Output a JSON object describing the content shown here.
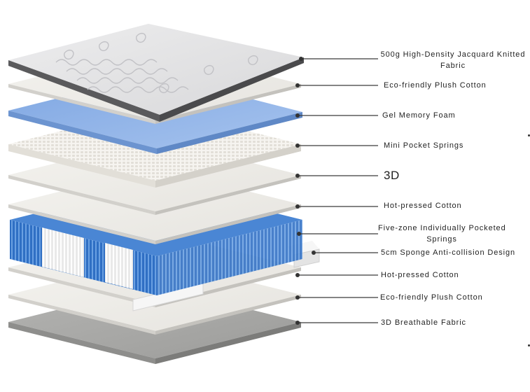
{
  "layers": [
    {
      "id": "top-fabric",
      "label": "500g High-Density Jacquard Knitted Fabric",
      "lines": [
        "500g High-Density Jacquard Knitted",
        "Fabric"
      ],
      "color": "#e4e4e6"
    },
    {
      "id": "plush-cotton-top",
      "label": "Eco-friendly Plush Cotton",
      "color": "#eeede9"
    },
    {
      "id": "gel-memory-foam",
      "label": "Gel Memory Foam",
      "color": "#8fb2e6"
    },
    {
      "id": "mini-pocket-springs",
      "label": "Mini Pocket Springs",
      "color": "#f4f2ee"
    },
    {
      "id": "layer-3d",
      "label": "3D",
      "color": "#eeece8"
    },
    {
      "id": "hot-pressed-cotton-top",
      "label": "Hot-pressed Cotton",
      "color": "#eeece8"
    },
    {
      "id": "pocketed-springs",
      "label": "Five-zone Individually Pocketed Springs",
      "lines": [
        "Five-zone Individually Pocketed",
        "Springs"
      ],
      "color": "#3d7fd0"
    },
    {
      "id": "sponge-anti-collision",
      "label": "5cm Sponge Anti-collision Design",
      "color": "#f2f2f2"
    },
    {
      "id": "hot-pressed-cotton-bottom",
      "label": "Hot-pressed Cotton",
      "color": "#eeece8"
    },
    {
      "id": "plush-cotton-bottom",
      "label": "Eco-friendly Plush Cotton",
      "color": "#eeede9"
    },
    {
      "id": "breathable-fabric",
      "label": "3D Breathable Fabric",
      "color": "#a8a8a6"
    }
  ],
  "accent_colors": {
    "line": "#333333",
    "spring_blue": "#3d7fd0",
    "spring_white": "#f5f5f5",
    "memory_foam": "#8fb2e6"
  }
}
